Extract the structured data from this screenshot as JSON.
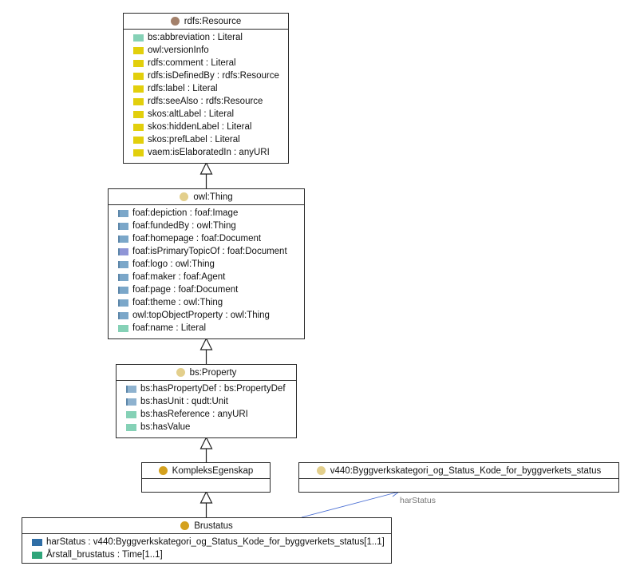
{
  "classes": {
    "rdfs_resource": {
      "name": "rdfs:Resource",
      "dot_color": "#a3806a",
      "attrs": [
        {
          "text": "bs:abbreviation : Literal",
          "kind": "datatype-green"
        },
        {
          "text": "owl:versionInfo",
          "kind": "annotation"
        },
        {
          "text": "rdfs:comment : Literal",
          "kind": "annotation"
        },
        {
          "text": "rdfs:isDefinedBy : rdfs:Resource",
          "kind": "annotation"
        },
        {
          "text": "rdfs:label : Literal",
          "kind": "annotation"
        },
        {
          "text": "rdfs:seeAlso : rdfs:Resource",
          "kind": "annotation"
        },
        {
          "text": "skos:altLabel : Literal",
          "kind": "annotation"
        },
        {
          "text": "skos:hiddenLabel : Literal",
          "kind": "annotation"
        },
        {
          "text": "skos:prefLabel : Literal",
          "kind": "annotation"
        },
        {
          "text": "vaem:isElaboratedIn : anyURI",
          "kind": "annotation"
        }
      ]
    },
    "owl_thing": {
      "name": "owl:Thing",
      "dot_color": "#e3cf8c",
      "attrs": [
        {
          "text": "foaf:depiction : foaf:Image",
          "kind": "object"
        },
        {
          "text": "foaf:fundedBy : owl:Thing",
          "kind": "object"
        },
        {
          "text": "foaf:homepage : foaf:Document",
          "kind": "object"
        },
        {
          "text": "foaf:isPrimaryTopicOf : foaf:Document",
          "kind": "object-purple"
        },
        {
          "text": "foaf:logo : owl:Thing",
          "kind": "object"
        },
        {
          "text": "foaf:maker : foaf:Agent",
          "kind": "object"
        },
        {
          "text": "foaf:page : foaf:Document",
          "kind": "object"
        },
        {
          "text": "foaf:theme : owl:Thing",
          "kind": "object"
        },
        {
          "text": "owl:topObjectProperty : owl:Thing",
          "kind": "object"
        },
        {
          "text": "foaf:name : Literal",
          "kind": "datatype-green"
        }
      ]
    },
    "bs_property": {
      "name": "bs:Property",
      "dot_color": "#e3cf8c",
      "attrs": [
        {
          "text": "bs:hasPropertyDef : bs:PropertyDef",
          "kind": "object-outline"
        },
        {
          "text": "bs:hasUnit : qudt:Unit",
          "kind": "object-outline"
        },
        {
          "text": "bs:hasReference : anyURI",
          "kind": "datatype-green"
        },
        {
          "text": "bs:hasValue",
          "kind": "datatype-green"
        }
      ]
    },
    "kompleks": {
      "name": "KompleksEgenskap",
      "dot_color": "#d4a11e",
      "attrs": []
    },
    "v440": {
      "name": "v440:Byggverkskategori_og_Status_Kode_for_byggverkets_status",
      "dot_color": "#e3cf8c",
      "attrs": []
    },
    "brustatus": {
      "name": "Brustatus",
      "dot_color": "#d4a11e",
      "attrs": [
        {
          "text": "harStatus : v440:Byggverkskategori_og_Status_Kode_for_byggverkets_status[1..1]",
          "kind": "object-solid"
        },
        {
          "text": "Årstall_brustatus : Time[1..1]",
          "kind": "datatype-solid-green"
        }
      ]
    }
  },
  "association": {
    "label": "harStatus",
    "color": "#4a6fd4"
  },
  "swatch_colors": {
    "annotation": "#e2cf0c",
    "datatype-green": "#85d1b6",
    "object": "#7ba7c9",
    "object-purple": "#8f95d6",
    "object-outline": "#8eb2cf",
    "object-solid": "#2f6ea6",
    "datatype-solid-green": "#2fa57a"
  }
}
